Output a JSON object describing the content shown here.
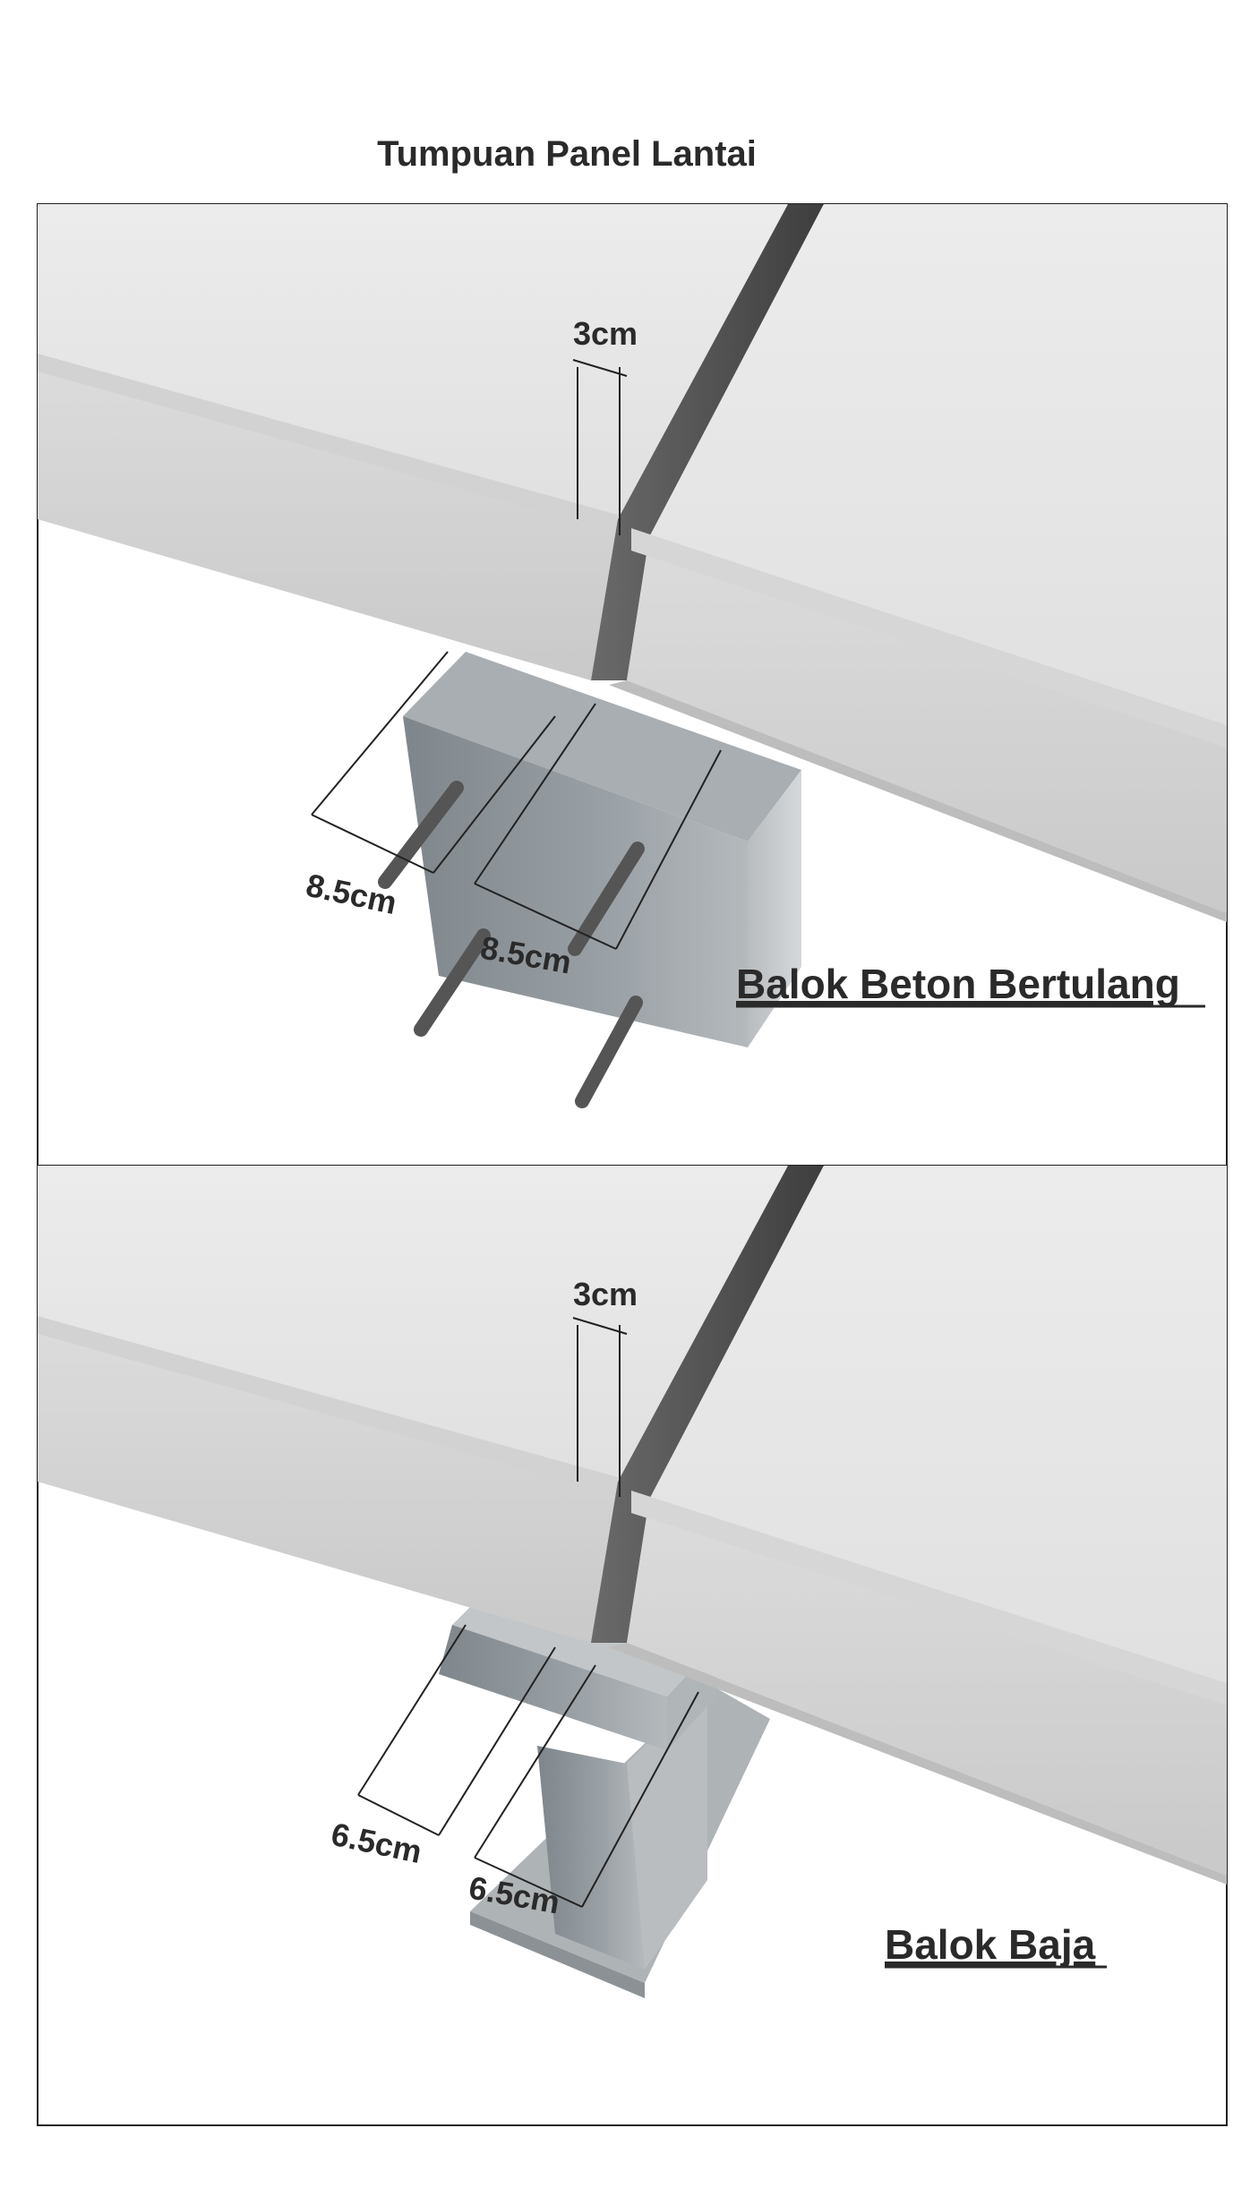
{
  "title": "Tumpuan Panel Lantai",
  "colors": {
    "panel": "#e6e6e6",
    "panel_edge": "#cfcfcf",
    "gap": "#4a4a4a",
    "concrete_beam": "#8f969b",
    "steel_beam": "#9ea3a6",
    "rebar": "#5a5a5a",
    "line": "#222222"
  },
  "panels": [
    {
      "caption": "Balok Beton Bertulang",
      "beam_type": "concrete",
      "gap_label": "3cm",
      "bearing_left_label": "8.5cm",
      "bearing_right_label": "8.5cm"
    },
    {
      "caption": "Balok Baja",
      "beam_type": "steel",
      "gap_label": "3cm",
      "bearing_left_label": "6.5cm",
      "bearing_right_label": "6.5cm"
    }
  ]
}
